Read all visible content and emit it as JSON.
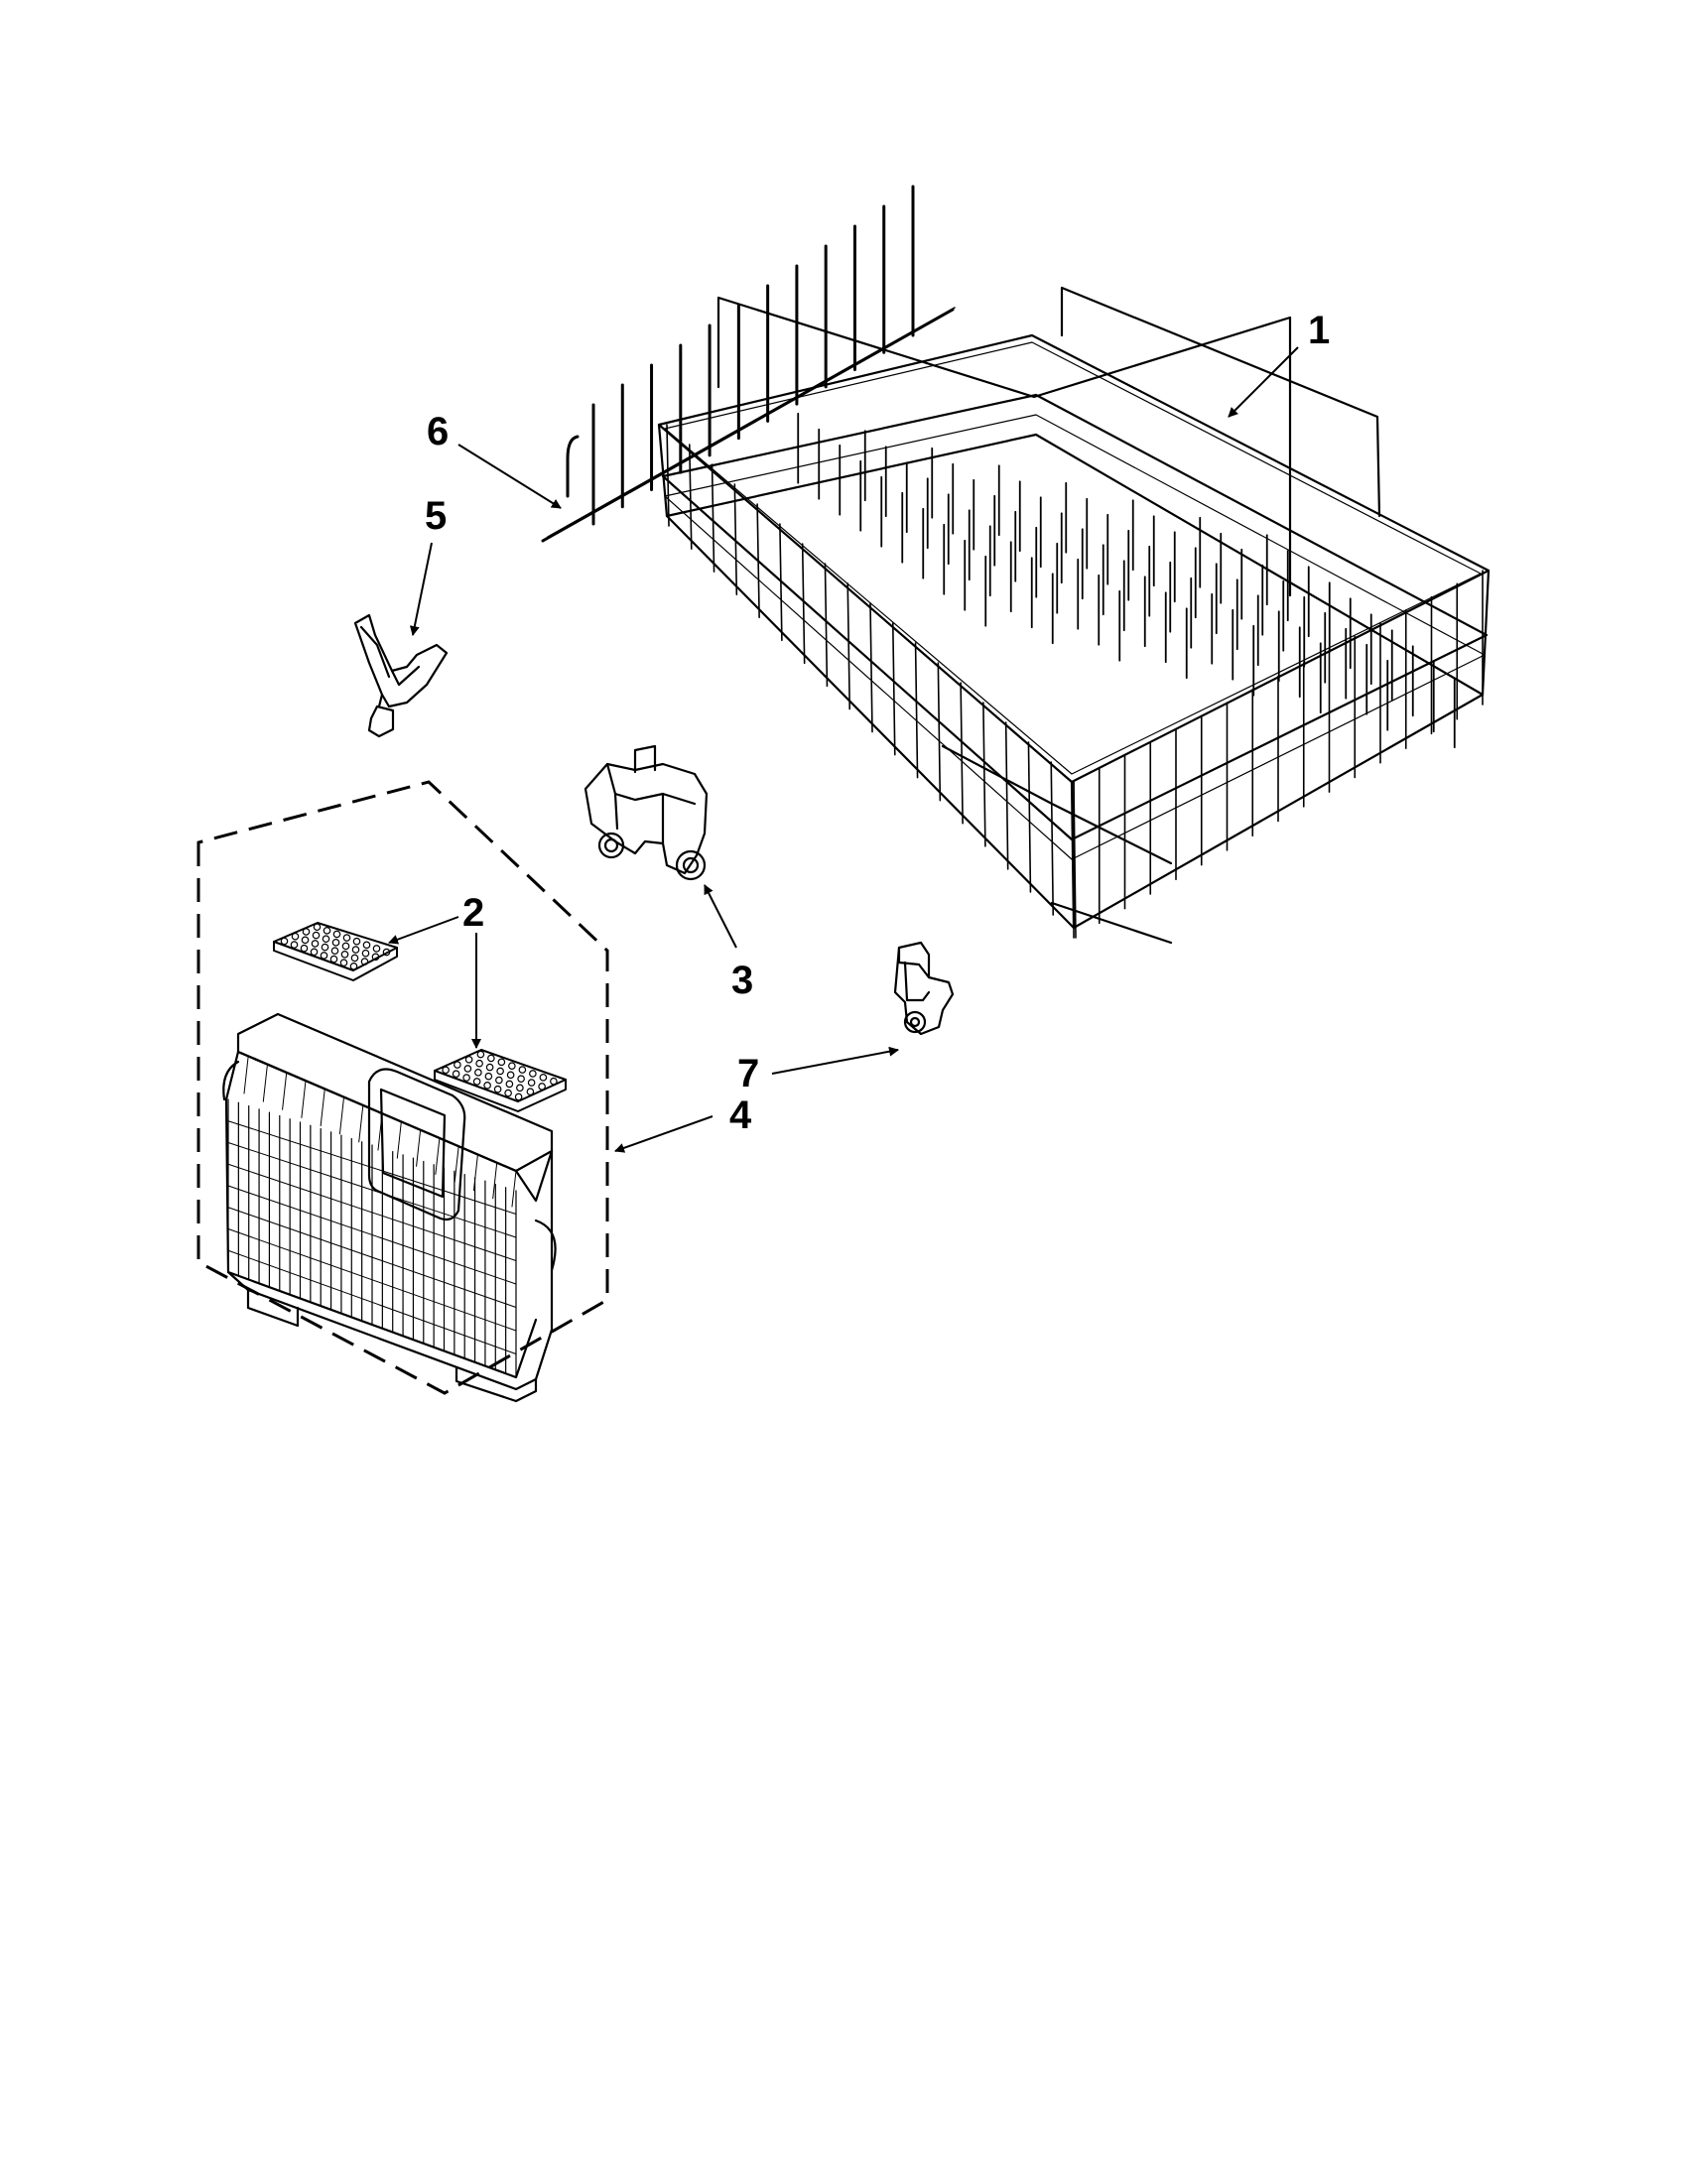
{
  "diagram": {
    "type": "exploded-parts-diagram",
    "line_color": "#000000",
    "background": "#ffffff",
    "callouts": [
      {
        "id": "1",
        "label": "1",
        "part": "rack-assembly"
      },
      {
        "id": "2",
        "label": "2",
        "part": "basket-lid"
      },
      {
        "id": "3",
        "label": "3",
        "part": "rack-adjuster"
      },
      {
        "id": "4",
        "label": "4",
        "part": "silverware-basket"
      },
      {
        "id": "5",
        "label": "5",
        "part": "rack-clip"
      },
      {
        "id": "6",
        "label": "6",
        "part": "tine-row"
      },
      {
        "id": "7",
        "label": "7",
        "part": "rack-stop"
      }
    ]
  }
}
